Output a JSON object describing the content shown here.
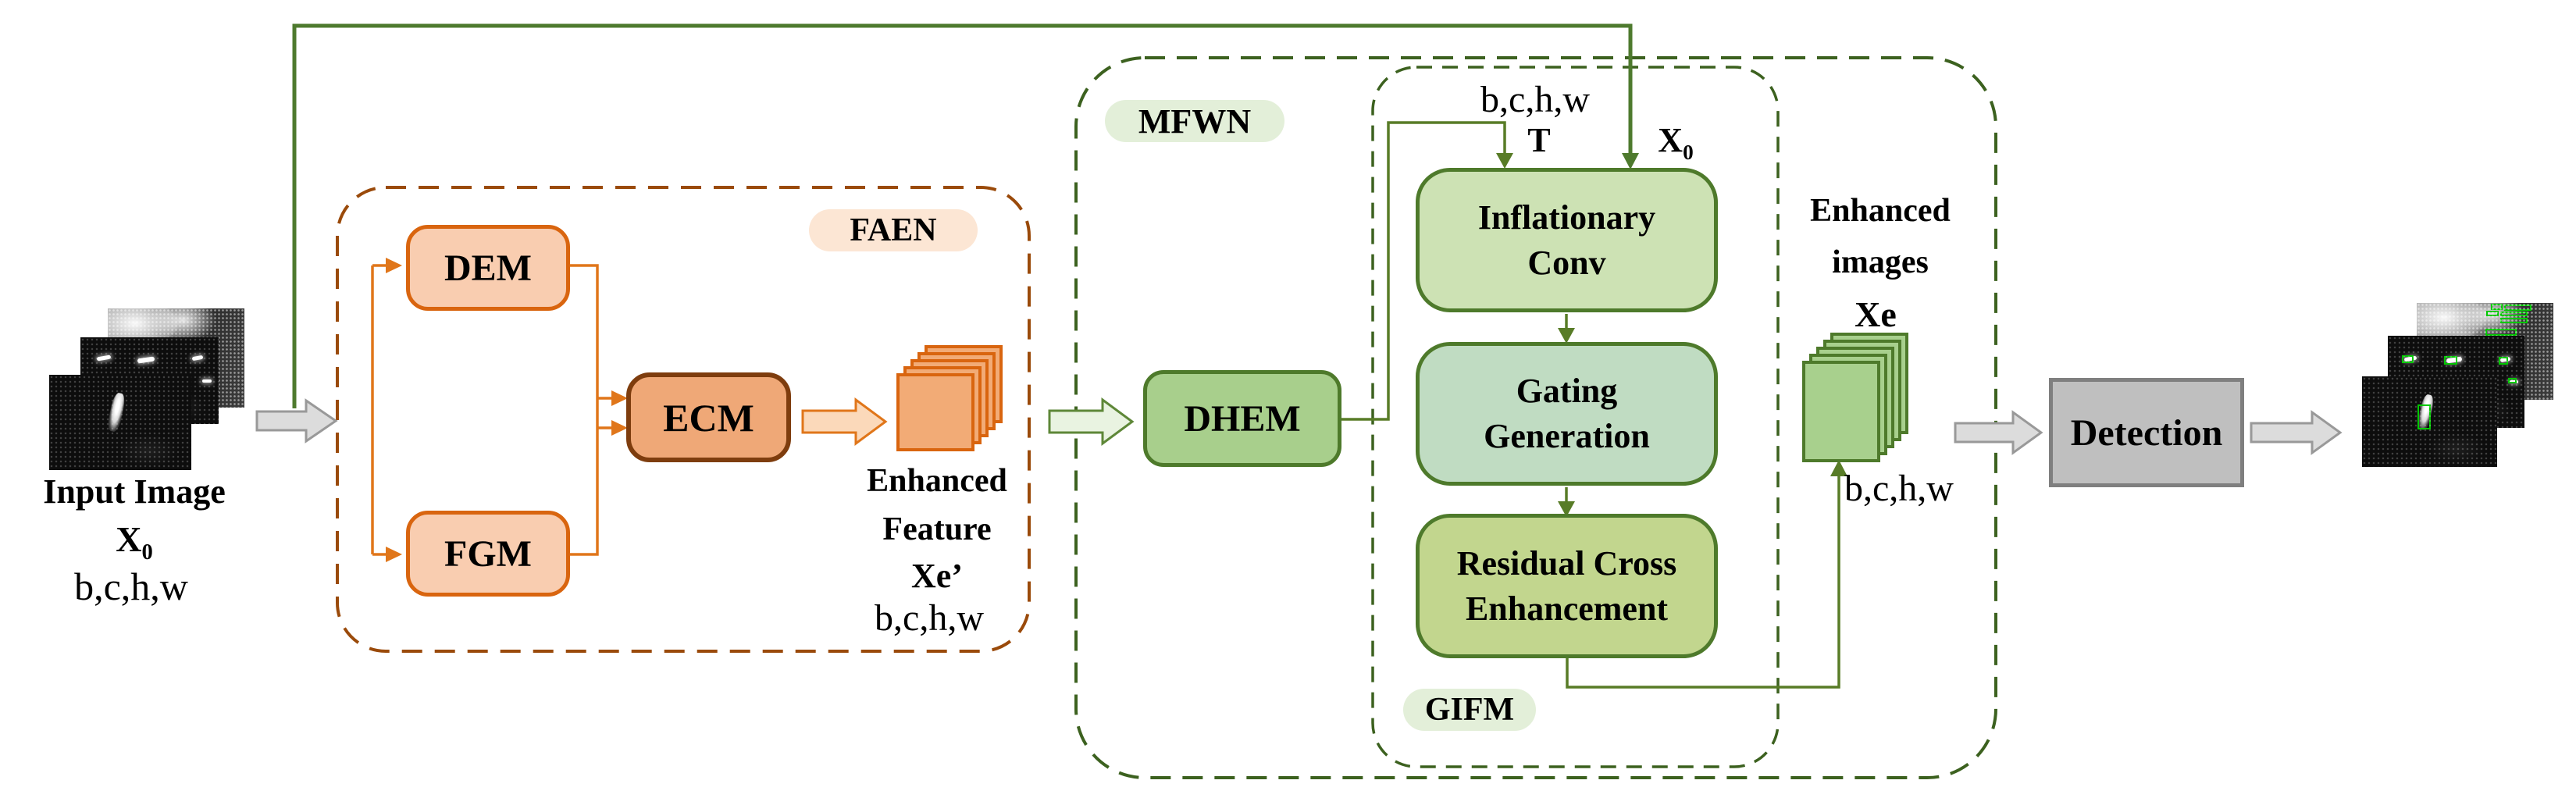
{
  "diagram": {
    "input": {
      "caption": "Input Image",
      "symbol": "X",
      "symbol_sub": "0",
      "dims": "b,c,h,w"
    },
    "faen": {
      "tag": "FAEN",
      "dem": "DEM",
      "fgm": "FGM",
      "ecm": "ECM",
      "output": {
        "line1": "Enhanced",
        "line2": "Feature",
        "symbol": "Xe’",
        "dims": "b,c,h,w"
      }
    },
    "mfwn": {
      "tag": "MFWN",
      "dhem": "DHEM",
      "gifm": {
        "tag": "GIFM",
        "dims_top": "b,c,h,w",
        "t_label": "T",
        "x0_label": "X",
        "x0_sub": "0",
        "inflationary": {
          "line1": "Inflationary",
          "line2": "Conv"
        },
        "gating": {
          "line1": "Gating",
          "line2": "Generation"
        },
        "residual": {
          "line1": "Residual Cross",
          "line2": "Enhancement"
        }
      },
      "output": {
        "line1": "Enhanced",
        "line2": "images",
        "symbol": "Xe",
        "dims": "b,c,h,w"
      }
    },
    "detection": {
      "label": "Detection"
    },
    "colors": {
      "orange_border": "#d9650f",
      "orange_fill": "#f9cdb0",
      "ecm_fill": "#efa877",
      "ecm_border": "#7e3d0e",
      "faen_dash": "#9a4a0a",
      "faen_tag_bg": "#fce6d4",
      "green_dash": "#3c611f",
      "green_border": "#4e7a2b",
      "green_line": "#4e7a2e",
      "dhem_fill": "#a8cf8c",
      "inflationary_fill": "#cde2b4",
      "gating_fill": "#c0dcc2",
      "residual_fill": "#c2d68e",
      "green_tag_bg": "#e3efd9",
      "detection_fill": "#bfbfbf",
      "detection_border": "#7f7f7f",
      "gray_arrow": "#dcdcdc",
      "detect_box_green": "#00c800"
    }
  },
  "output_detections": {
    "back": [
      [
        54,
        1,
        9,
        6
      ],
      [
        64,
        2,
        20,
        6
      ],
      [
        51,
        8,
        9,
        6
      ],
      [
        61,
        9,
        20,
        5
      ],
      [
        61,
        15,
        20,
        6
      ],
      [
        50,
        27,
        23,
        7
      ]
    ],
    "mid": [
      [
        10,
        21,
        9,
        9
      ],
      [
        41,
        22,
        10,
        9
      ],
      [
        81,
        23,
        7,
        8
      ],
      [
        88,
        46,
        6,
        6
      ]
    ],
    "front": [
      [
        41,
        31,
        10,
        28
      ]
    ]
  }
}
